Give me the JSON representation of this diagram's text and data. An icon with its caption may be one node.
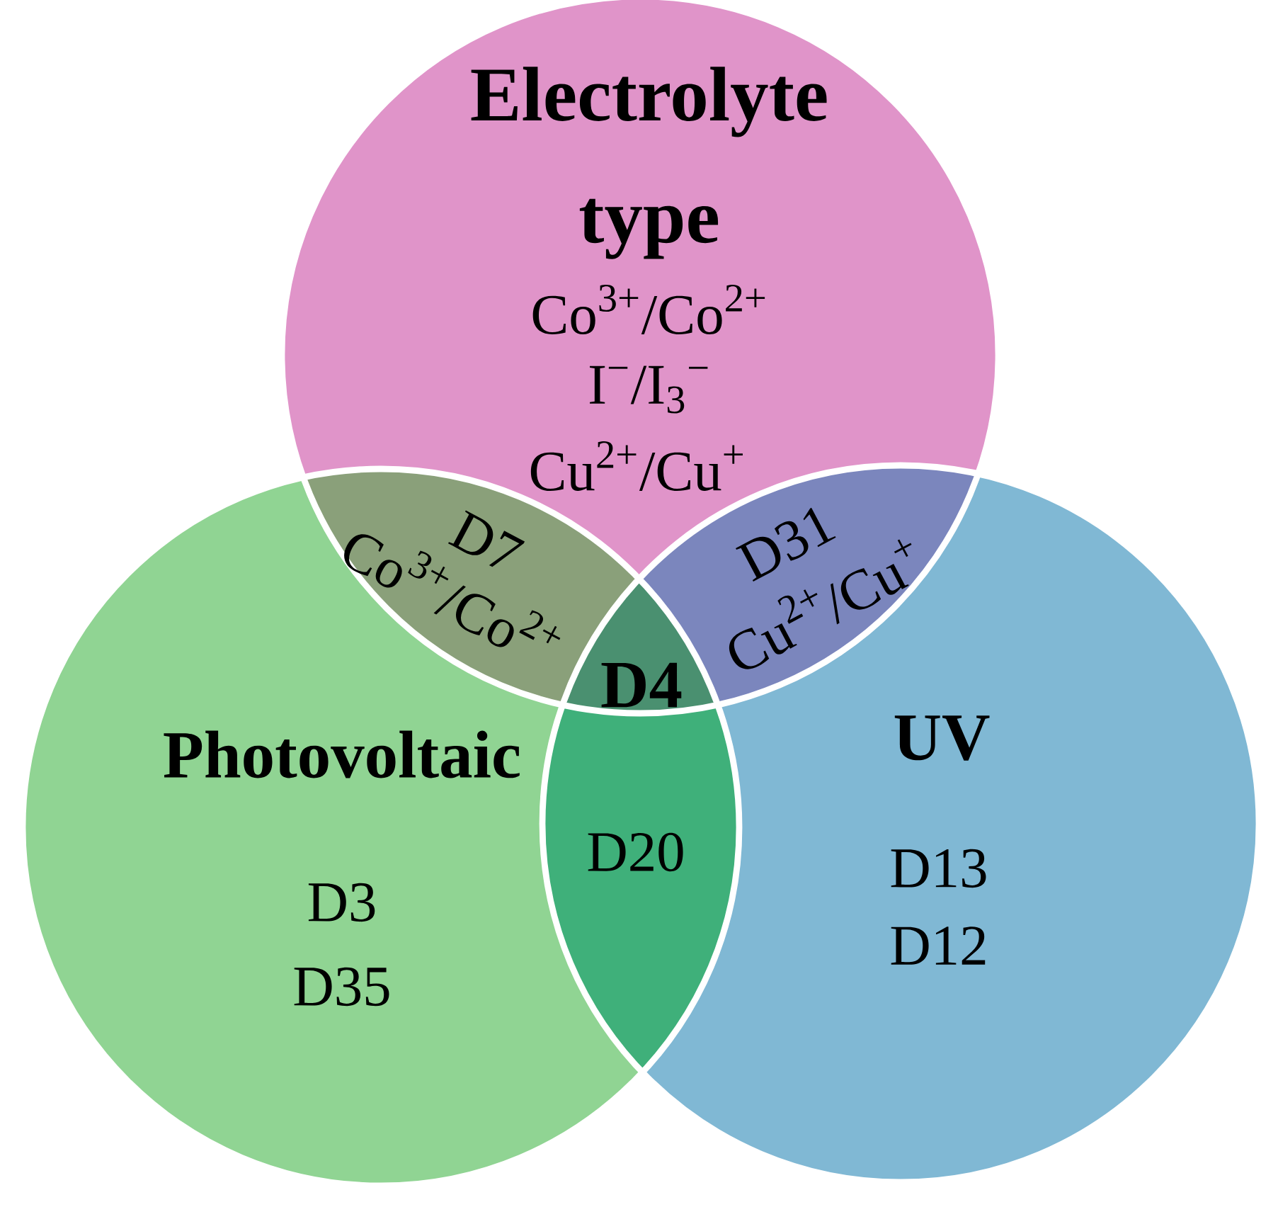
{
  "diagram": {
    "nodes": [
      {
        "text": [
          "Electrolyte type",
          "Co$^{3+}$/Co$^{2+}$",
          "I$^{−}$/I$_{3}$$^{−}$",
          "Cu$^{2+}$/Cu$^{+}$"
        ]
      },
      {
        "text": [
          "Photovoltaic",
          "D3",
          "D35"
        ]
      },
      {
        "text": [
          "UV",
          "D13",
          "D12"
        ]
      }
    ],
    "labels": [
      "D7",
      "Co$^{3+}$/Co$^{2+}$",
      "D31",
      "Cu$^{2+}$/Cu$^{+}$",
      "D4",
      "D20"
    ]
  }
}
